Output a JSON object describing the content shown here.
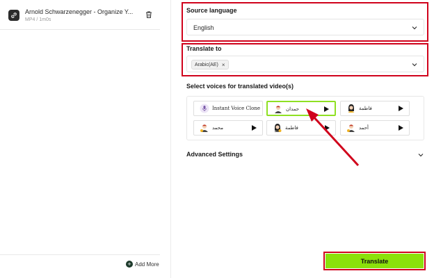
{
  "file": {
    "title": "Arnold Schwarzenegger - Organize Y...",
    "meta": "MP4 / 1m0s"
  },
  "left": {
    "add_more_label": "Add More"
  },
  "source_language": {
    "label": "Source language",
    "value": "English"
  },
  "translate_to": {
    "label": "Translate to",
    "chip": "Arabic(AE)"
  },
  "voices": {
    "label": "Select voices for translated video(s)",
    "items": [
      {
        "name": "Instant Voice Clone"
      },
      {
        "name": "حمدان"
      },
      {
        "name": "فاطمة"
      },
      {
        "name": "محمد"
      },
      {
        "name": "فاطمة"
      },
      {
        "name": "أحمد"
      }
    ]
  },
  "advanced": {
    "label": "Advanced Settings"
  },
  "translate": {
    "label": "Translate"
  },
  "colors": {
    "highlight_red": "#d0021b",
    "accent_green": "#8be10b",
    "selected_border": "#8fe023"
  }
}
